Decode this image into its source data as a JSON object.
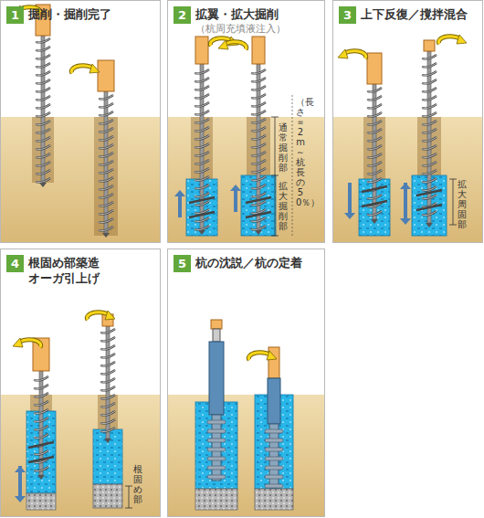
{
  "diagram": {
    "nodes": [
      {
        "text": [
          "掘削・掘削完了"
        ]
      },
      {
        "text": [
          "1"
        ],
        "in": 0
      },
      {
        "text": [
          "拡翼・拡大掘削",
          "（杭周充填液注入）"
        ]
      },
      {
        "text": [
          "2"
        ],
        "in": 2
      },
      {
        "text": [
          "上下反復／撹拌混合"
        ]
      },
      {
        "text": [
          "3"
        ],
        "in": 4
      },
      {
        "text": [
          "根固め部築造 オーガ引上げ"
        ]
      },
      {
        "text": [
          "4"
        ],
        "in": 6
      },
      {
        "text": [
          "杭の沈説／杭の定着"
        ]
      },
      {
        "text": [
          "5"
        ],
        "in": 8
      }
    ],
    "labels": [
      "通常掘削部",
      "拡大掘削部",
      "（長さ＝2m～杭長の50％）",
      "拡大周固部",
      "根固め部"
    ]
  }
}
